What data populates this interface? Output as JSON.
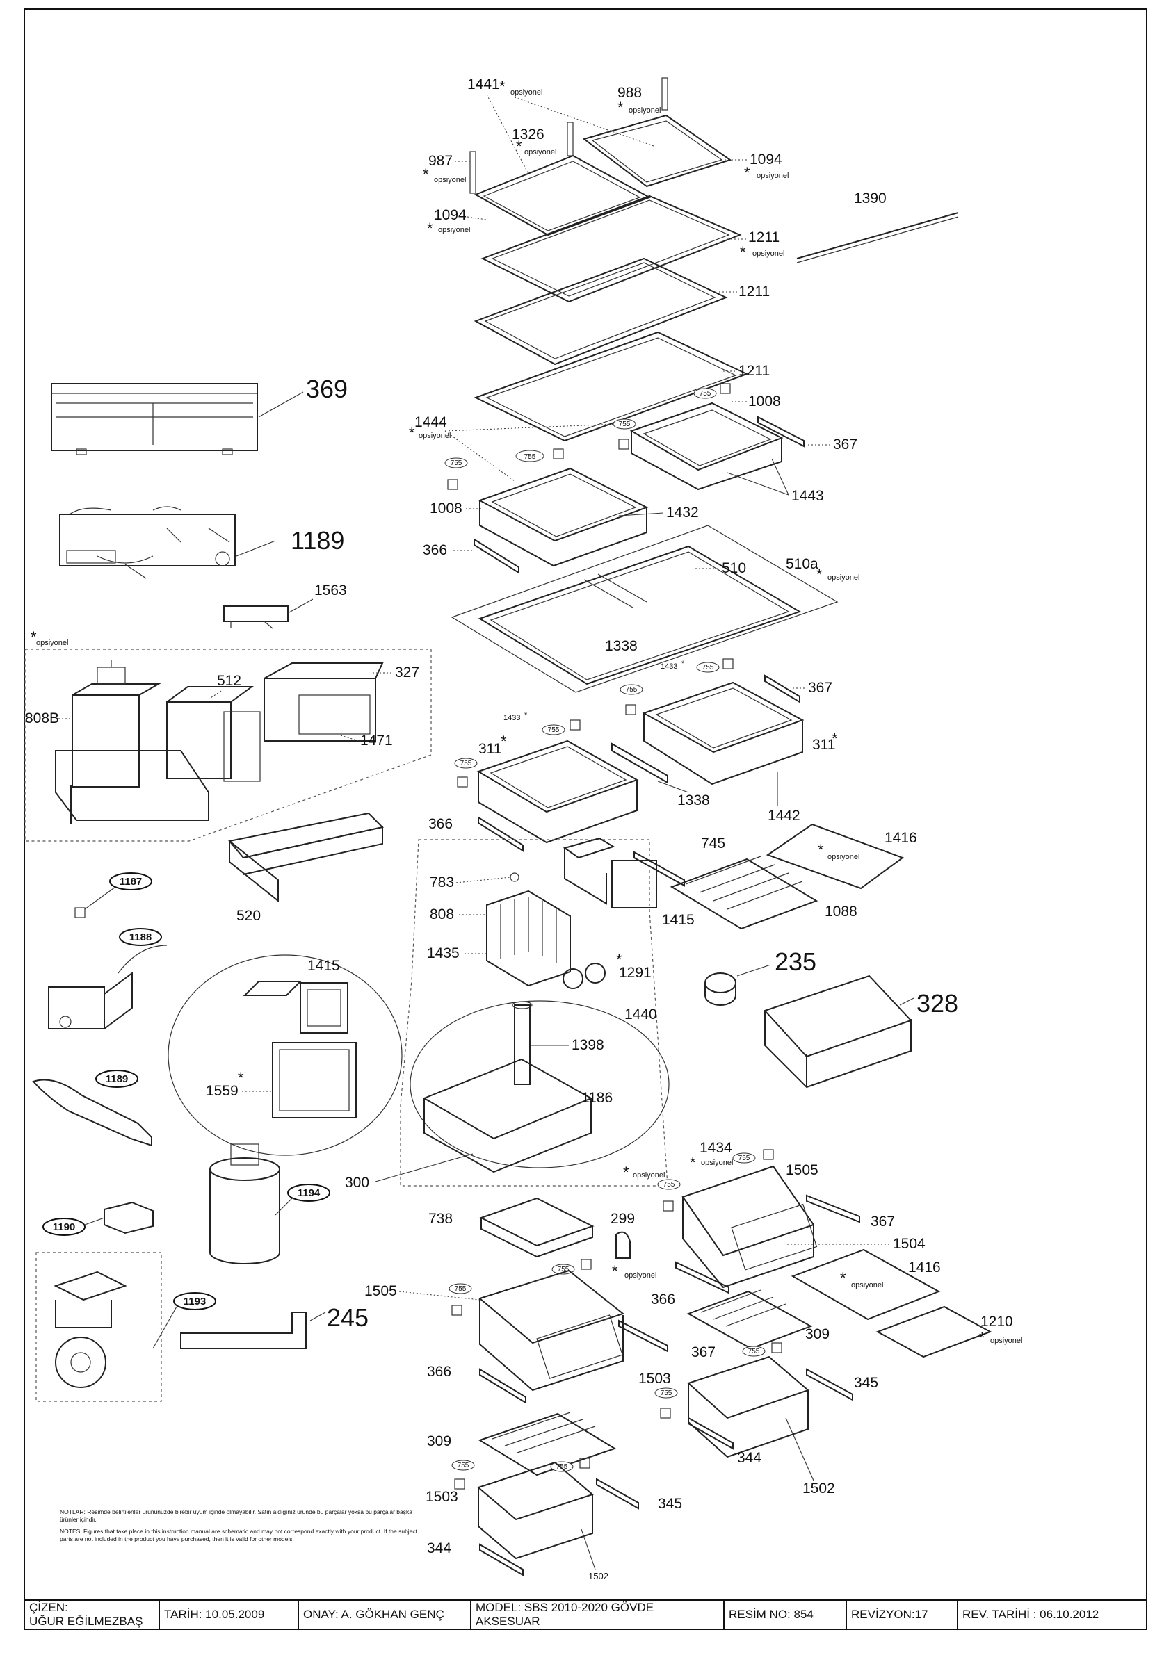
{
  "labels": {
    "p369": "369",
    "p1189": "1189",
    "p1563": "1563",
    "p512": "512",
    "p327": "327",
    "p808B": "808B",
    "p1471": "1471",
    "p520": "520",
    "p1441": "1441",
    "p988": "988",
    "p1326": "1326",
    "p987": "987",
    "p1094a": "1094",
    "p1094b": "1094",
    "p1390": "1390",
    "p1211a": "1211",
    "p1211b": "1211",
    "p1211c": "1211",
    "p1008a": "1008",
    "p1444": "1444",
    "p367a": "367",
    "p1443": "1443",
    "p1008b": "1008",
    "p1432": "1432",
    "p366a": "366",
    "p510": "510",
    "p510a": "510a",
    "p1338a": "1338",
    "p1433a": "1433",
    "p1433b": "1433",
    "p367b": "367",
    "p311a": "311",
    "p311b": "311",
    "p1338b": "1338",
    "p1442": "1442",
    "p366b": "366",
    "p745": "745",
    "p1416a": "1416",
    "p783": "783",
    "p808": "808",
    "p1415a": "1415",
    "p1088": "1088",
    "p1435": "1435",
    "p1291": "1291",
    "p235": "235",
    "p1415b": "1415",
    "p1440": "1440",
    "p328": "328",
    "p1398": "1398",
    "p1559": "1559",
    "p1186": "1186",
    "p300": "300",
    "p1434": "1434",
    "p1505a": "1505",
    "p738": "738",
    "p299": "299",
    "p367c": "367",
    "p1504": "1504",
    "p1416b": "1416",
    "p366c": "366",
    "p1505b": "1505",
    "p309a": "309",
    "p1210": "1210",
    "p367d": "367",
    "p366d": "366",
    "p1503a": "1503",
    "p345a": "345",
    "p344a": "344",
    "p309b": "309",
    "p1502a": "1502",
    "p1503b": "1503",
    "p345b": "345",
    "p344b": "344",
    "p1502b": "1502",
    "p245": "245"
  },
  "badges": {
    "b1187": "1187",
    "b1188": "1188",
    "b1189": "1189",
    "b1190": "1190",
    "b1194": "1194",
    "b1193": "1193"
  },
  "clip_label": "755",
  "optional_text": "opsiyonel",
  "asterisk": "*",
  "notes": {
    "tr": "NOTLAR: Resimde belirtilenler ürününüzde birebir uyum içinde olmayabilir. Satın aldığınız üründe bu parçalar yoksa bu parçalar başka ürünler içindir.",
    "en": "NOTES: Figures that take place in this instruction manual are schematic and may not correspond exactly with your product. If the subject parts are not included in the product you have purchased, then it is valid for other models."
  },
  "title_block": {
    "drawn_label": "ÇİZEN:",
    "drawn_name": "UĞUR EĞİLMEZBAŞ",
    "date": "TARİH: 10.05.2009",
    "approval": "ONAY: A. GÖKHAN GENÇ",
    "model_line1": "MODEL: SBS 2010-2020 GÖVDE",
    "model_line2": "AKSESUAR",
    "drawing_no": "RESİM NO: 854",
    "revision": "REVİZYON:17",
    "revision_date": "REV. TARİHİ : 06.10.2012"
  }
}
